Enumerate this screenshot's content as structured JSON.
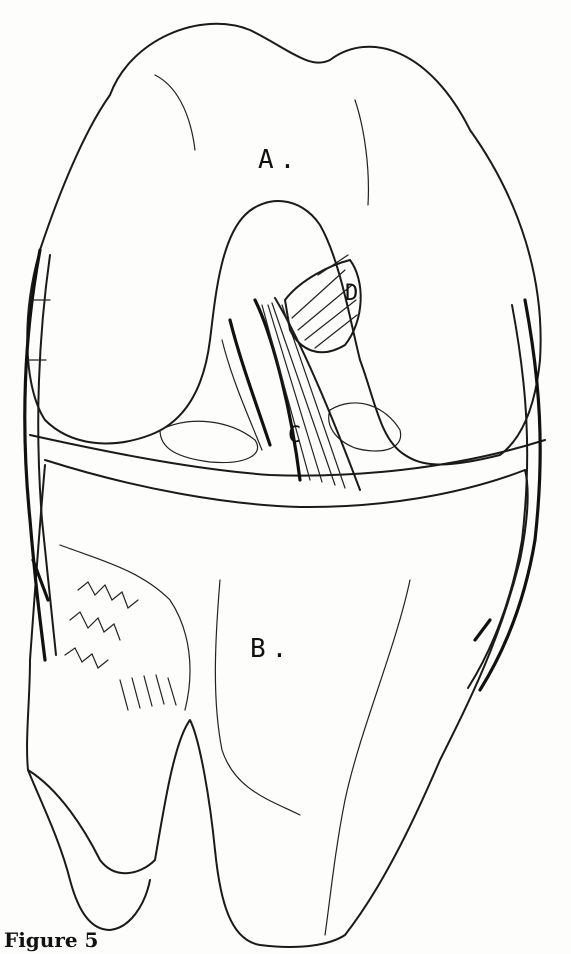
{
  "labels": {
    "femur": "A.",
    "tibia": "B.",
    "ligament_c": "C",
    "ligament_d": "D",
    "figure_caption": "Figure 5"
  }
}
